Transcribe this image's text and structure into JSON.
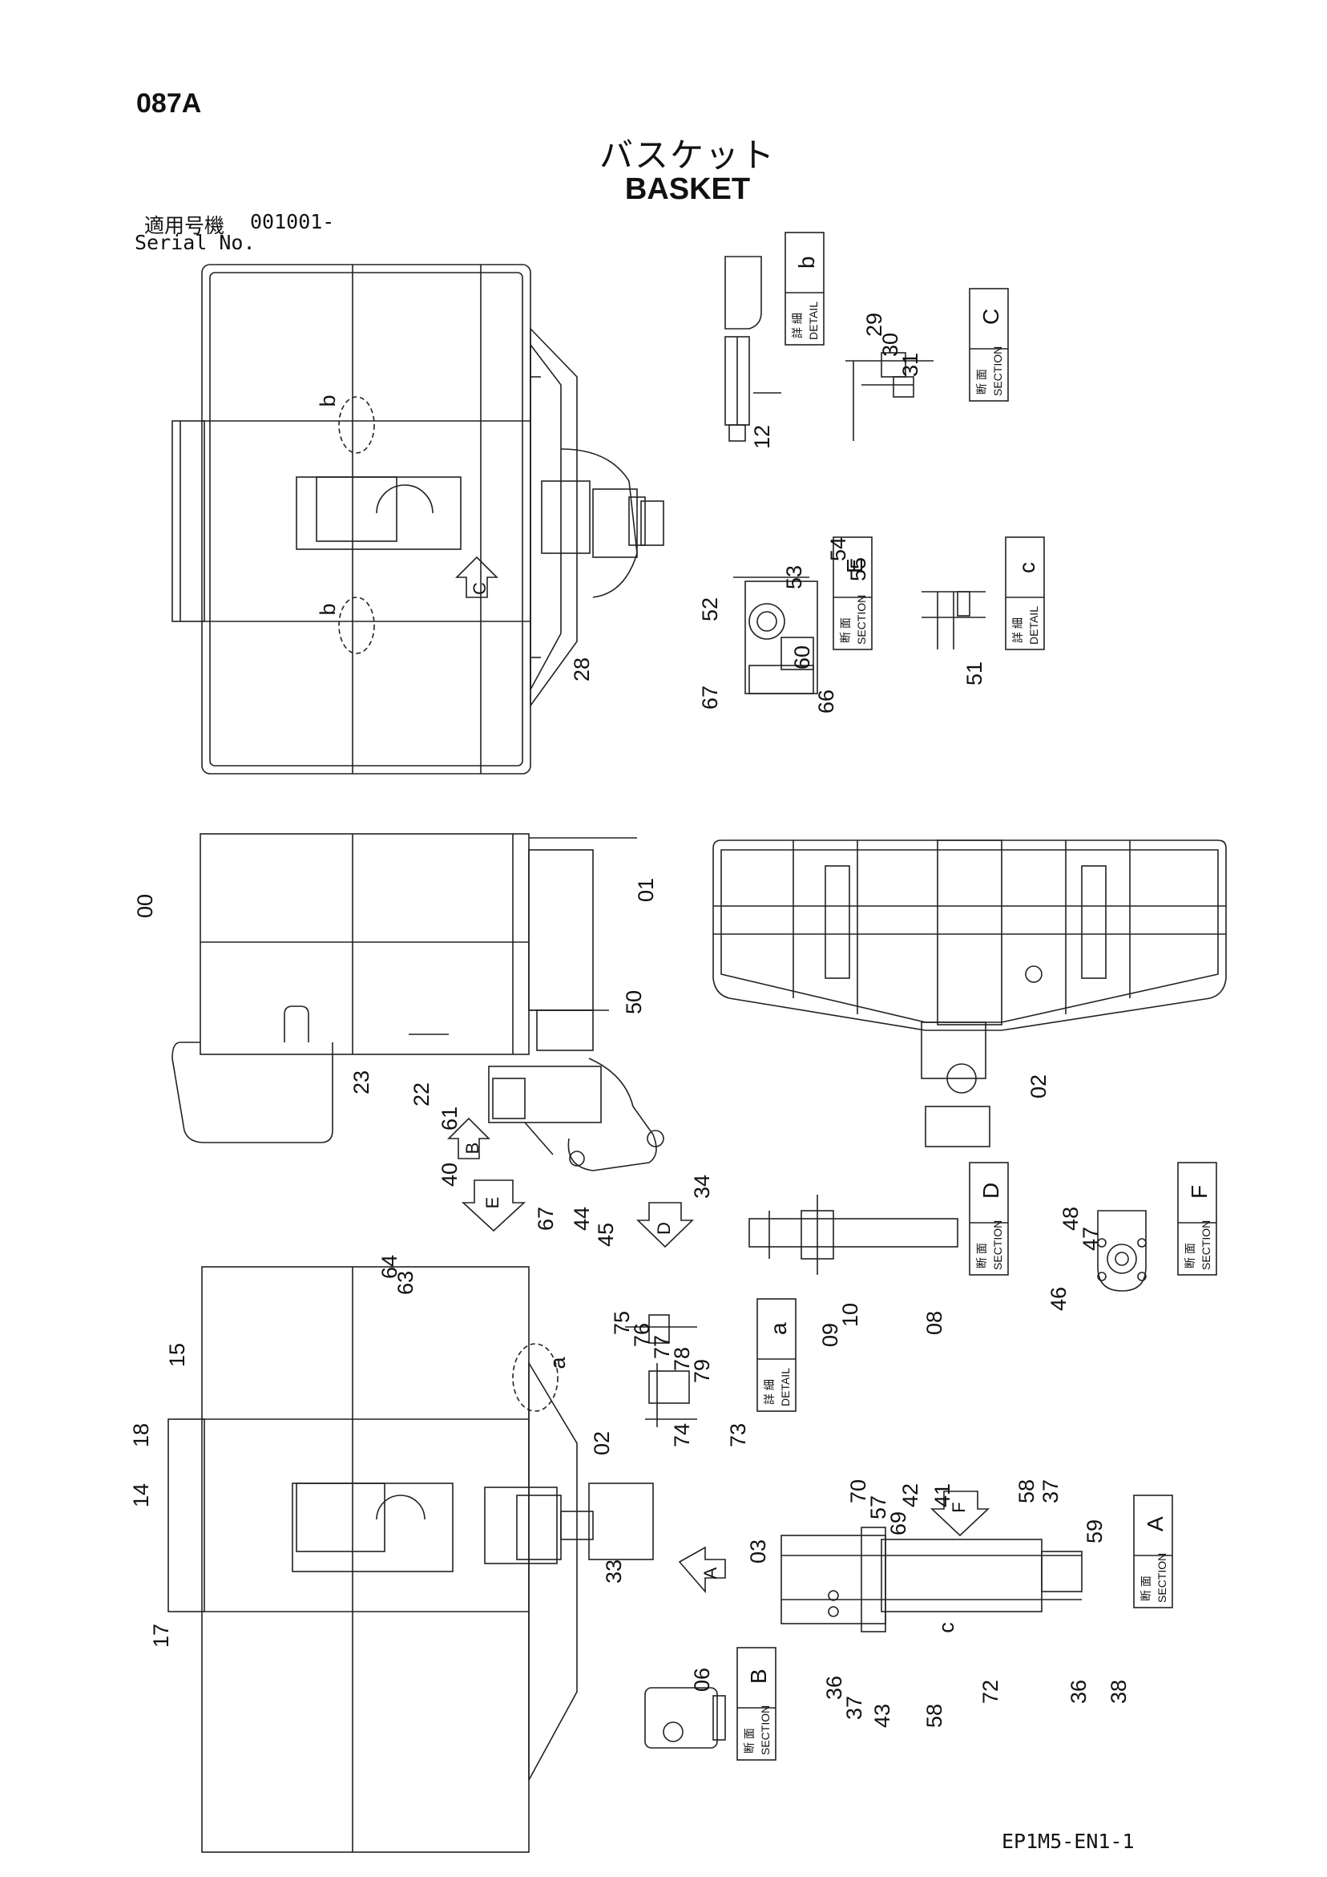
{
  "header": {
    "code": "087A",
    "title_ja": "バスケット",
    "title_en": "BASKET",
    "serial_label_ja": "適用号機",
    "serial_value": "001001-",
    "serial_label_en": "Serial No."
  },
  "footer": {
    "doc_number": "EP1M5-EN1-1"
  },
  "detail_tags": [
    {
      "letter": "b",
      "ja": "詳 細",
      "en": "DETAIL"
    },
    {
      "letter": "C",
      "ja": "断 面",
      "en": "SECTION"
    },
    {
      "letter": "E",
      "ja": "断 面",
      "en": "SECTION"
    },
    {
      "letter": "c",
      "ja": "詳 細",
      "en": "DETAIL"
    },
    {
      "letter": "D",
      "ja": "断 面",
      "en": "SECTION"
    },
    {
      "letter": "F",
      "ja": "断 面",
      "en": "SECTION"
    },
    {
      "letter": "a",
      "ja": "詳 細",
      "en": "DETAIL"
    },
    {
      "letter": "A",
      "ja": "断 面",
      "en": "SECTION"
    },
    {
      "letter": "B",
      "ja": "断 面",
      "en": "SECTION"
    }
  ],
  "view_arrows": [
    "C",
    "B",
    "E",
    "D",
    "A",
    "F"
  ],
  "callout_letters": [
    "b",
    "b",
    "a",
    "c"
  ],
  "part_labels": [
    "12",
    "29",
    "30",
    "31",
    "54",
    "55",
    "53",
    "52",
    "67",
    "60",
    "66",
    "28",
    "51",
    "00",
    "01",
    "50",
    "23",
    "22",
    "61",
    "40",
    "67",
    "44",
    "45",
    "34",
    "02",
    "09",
    "10",
    "08",
    "48",
    "47",
    "46",
    "64",
    "63",
    "15",
    "18",
    "14",
    "17",
    "02",
    "33",
    "75",
    "76",
    "77",
    "78",
    "79",
    "74",
    "73",
    "06",
    "70",
    "57",
    "69",
    "42",
    "41",
    "58",
    "37",
    "59",
    "03",
    "36",
    "37",
    "43",
    "58",
    "72",
    "36",
    "38"
  ]
}
